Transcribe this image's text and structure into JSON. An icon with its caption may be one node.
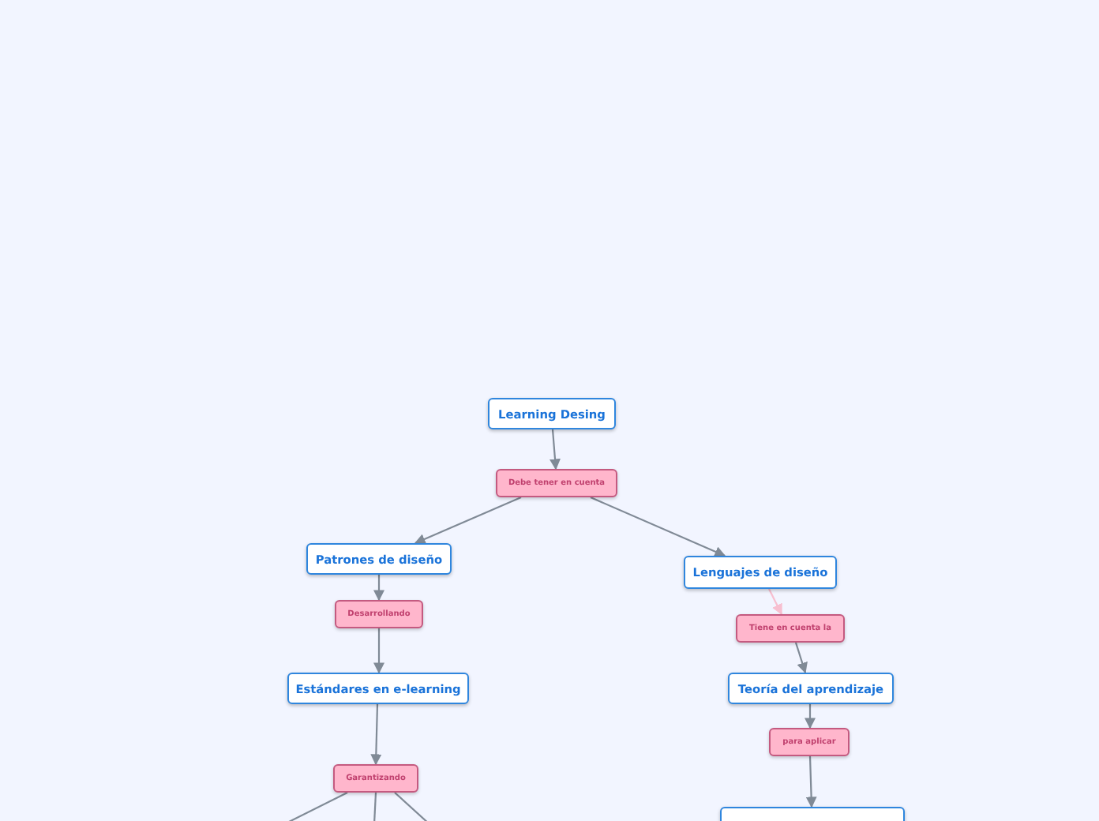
{
  "diagram": {
    "nodes": [
      {
        "text": [
          "Learning Desing"
        ]
      },
      {
        "text": [
          "Debe tener en cuenta"
        ]
      },
      {
        "text": [
          "Patrones de diseño"
        ]
      },
      {
        "text": [
          "Lenguajes de diseño"
        ]
      },
      {
        "text": [
          "Desarrollando"
        ]
      },
      {
        "text": [
          "Tiene en cuenta la"
        ]
      },
      {
        "text": [
          "Estándares en e-learning"
        ]
      },
      {
        "text": [
          "Teoría del aprendizaje"
        ]
      },
      {
        "text": [
          "para aplicar"
        ]
      },
      {
        "text": [
          "Garantizando"
        ]
      },
      {
        "text": [],
        "shape": "box"
      }
    ],
    "edges": [
      {
        "from": 0,
        "to": 1,
        "arrow": "to"
      },
      {
        "from": 1,
        "to": 2,
        "arrow": "to"
      },
      {
        "from": 1,
        "to": 3,
        "arrow": "to"
      },
      {
        "from": 2,
        "to": 4,
        "arrow": "to"
      },
      {
        "from": 4,
        "to": 6,
        "arrow": "to"
      },
      {
        "from": 6,
        "to": 9,
        "arrow": "to"
      },
      {
        "from": 9,
        "to": null,
        "arrow": "none"
      },
      {
        "from": 9,
        "to": null,
        "arrow": "none"
      },
      {
        "from": 9,
        "to": null,
        "arrow": "none"
      },
      {
        "from": 3,
        "to": 5,
        "arrow": "to",
        "color": "#f7bfd0"
      },
      {
        "from": 5,
        "to": 7,
        "arrow": "to"
      },
      {
        "from": 7,
        "to": 8,
        "arrow": "to"
      },
      {
        "from": 8,
        "to": 10,
        "arrow": "to"
      }
    ]
  }
}
